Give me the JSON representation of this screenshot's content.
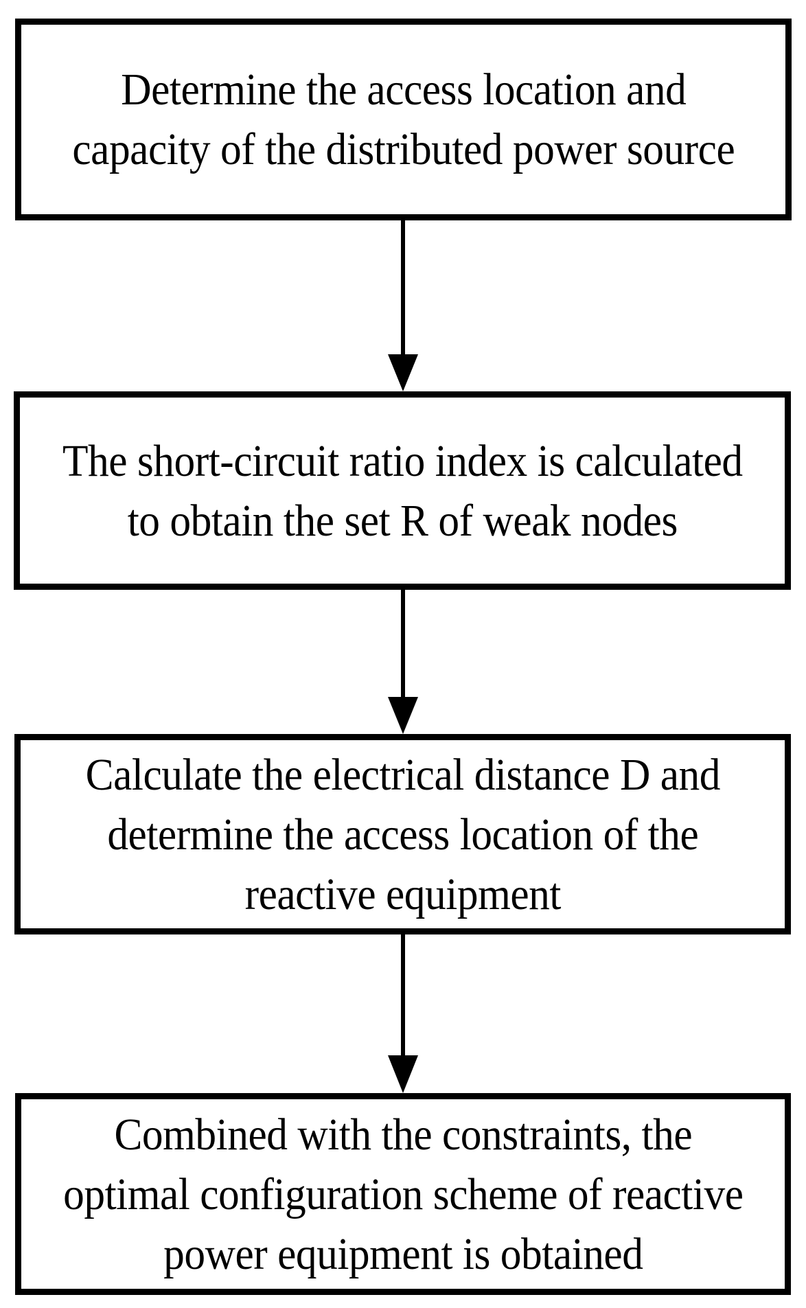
{
  "chart_data": {
    "type": "diagram",
    "diagram_kind": "flowchart",
    "orientation": "top-to-bottom",
    "node_count": 4,
    "edge_count": 3,
    "nodes": [
      {
        "id": "step1",
        "label": "Determine the access location and capacity of the distributed power source"
      },
      {
        "id": "step2",
        "label": "The short-circuit ratio index is calculated to obtain the set R of weak nodes"
      },
      {
        "id": "step3",
        "label": "Calculate the electrical distance D and determine the access location of the reactive equipment"
      },
      {
        "id": "step4",
        "label": "Combined with the constraints, the optimal configuration scheme of reactive power equipment is obtained"
      }
    ],
    "edges": [
      {
        "from": "step1",
        "to": "step2",
        "label": ""
      },
      {
        "from": "step2",
        "to": "step3",
        "label": ""
      },
      {
        "from": "step3",
        "to": "step4",
        "label": ""
      }
    ],
    "colors": {
      "background": "#ffffff",
      "node_fill": "#ffffff",
      "node_border": "#000000",
      "text": "#000000",
      "edge": "#000000"
    }
  },
  "flowchart": {
    "nodes": [
      {
        "text": "Determine the access location and capacity of the distributed power source"
      },
      {
        "text": "The short-circuit ratio index is calculated to obtain the set R of weak nodes"
      },
      {
        "text": "Calculate the electrical distance D and determine the access location of the reactive equipment"
      },
      {
        "text": "Combined with the constraints, the optimal configuration scheme of reactive power equipment is obtained"
      }
    ]
  }
}
